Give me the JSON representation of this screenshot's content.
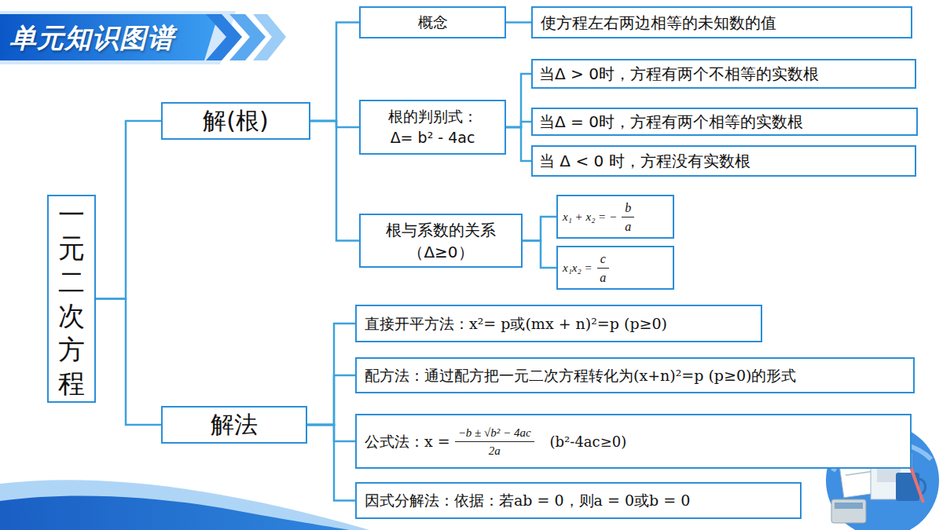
{
  "diagram": {
    "title": "单元知识图谱",
    "nodes": [
      {
        "text": [
          "一元二次方程"
        ]
      },
      {
        "text": [
          "解(根)"
        ]
      },
      {
        "text": [
          "概念"
        ]
      },
      {
        "text": [
          "使方程左右两边相等的未知数的值"
        ]
      },
      {
        "text": [
          "根的判别式：",
          "Δ= b² - 4ac"
        ]
      },
      {
        "text": [
          "当Δ > 0时，方程有两个不相等的实数根"
        ]
      },
      {
        "text": [
          "当Δ = 0时，方程有两个相等的实数根"
        ]
      },
      {
        "text": [
          "当 Δ < 0 时，方程没有实数根"
        ]
      },
      {
        "text": [
          "根与系数的关系",
          "（Δ≥0）"
        ]
      },
      {
        "text": [
          "x₁ + x₂ = −",
          "b",
          "a"
        ]
      },
      {
        "text": [
          "x₁x₂ =",
          "c",
          "a"
        ]
      },
      {
        "text": [
          "解法"
        ]
      },
      {
        "text": [
          "直接开平方法：x²= p或(mx + n)²=p (p≥0)"
        ]
      },
      {
        "text": [
          "配方法：通过配方把一元二次方程转化为(x+n)²=p (p≥0)的形式"
        ]
      },
      {
        "text": [
          "公式法：x =",
          "−b ± √b² − 4ac",
          "2a",
          "(b²-4ac≥0)"
        ]
      },
      {
        "text": [
          "因式分解法：依据：若ab = 0，则a = 0或b = 0"
        ]
      }
    ],
    "edges": [
      {
        "from": 0,
        "to": 1,
        "arrow": "none"
      },
      {
        "from": 0,
        "to": 11,
        "arrow": "none"
      },
      {
        "from": 1,
        "to": 2,
        "arrow": "none"
      },
      {
        "from": 1,
        "to": 4,
        "arrow": "none"
      },
      {
        "from": 1,
        "to": 8,
        "arrow": "none"
      },
      {
        "from": 2,
        "to": 3,
        "arrow": "none"
      },
      {
        "from": 4,
        "to": 5,
        "arrow": "none"
      },
      {
        "from": 4,
        "to": 6,
        "arrow": "none"
      },
      {
        "from": 4,
        "to": 7,
        "arrow": "none"
      },
      {
        "from": 8,
        "to": 9,
        "arrow": "none"
      },
      {
        "from": 8,
        "to": 10,
        "arrow": "none"
      },
      {
        "from": 11,
        "to": 12,
        "arrow": "none"
      },
      {
        "from": 11,
        "to": 13,
        "arrow": "none"
      },
      {
        "from": 11,
        "to": 14,
        "arrow": "none"
      },
      {
        "from": 11,
        "to": 15,
        "arrow": "none"
      }
    ]
  }
}
